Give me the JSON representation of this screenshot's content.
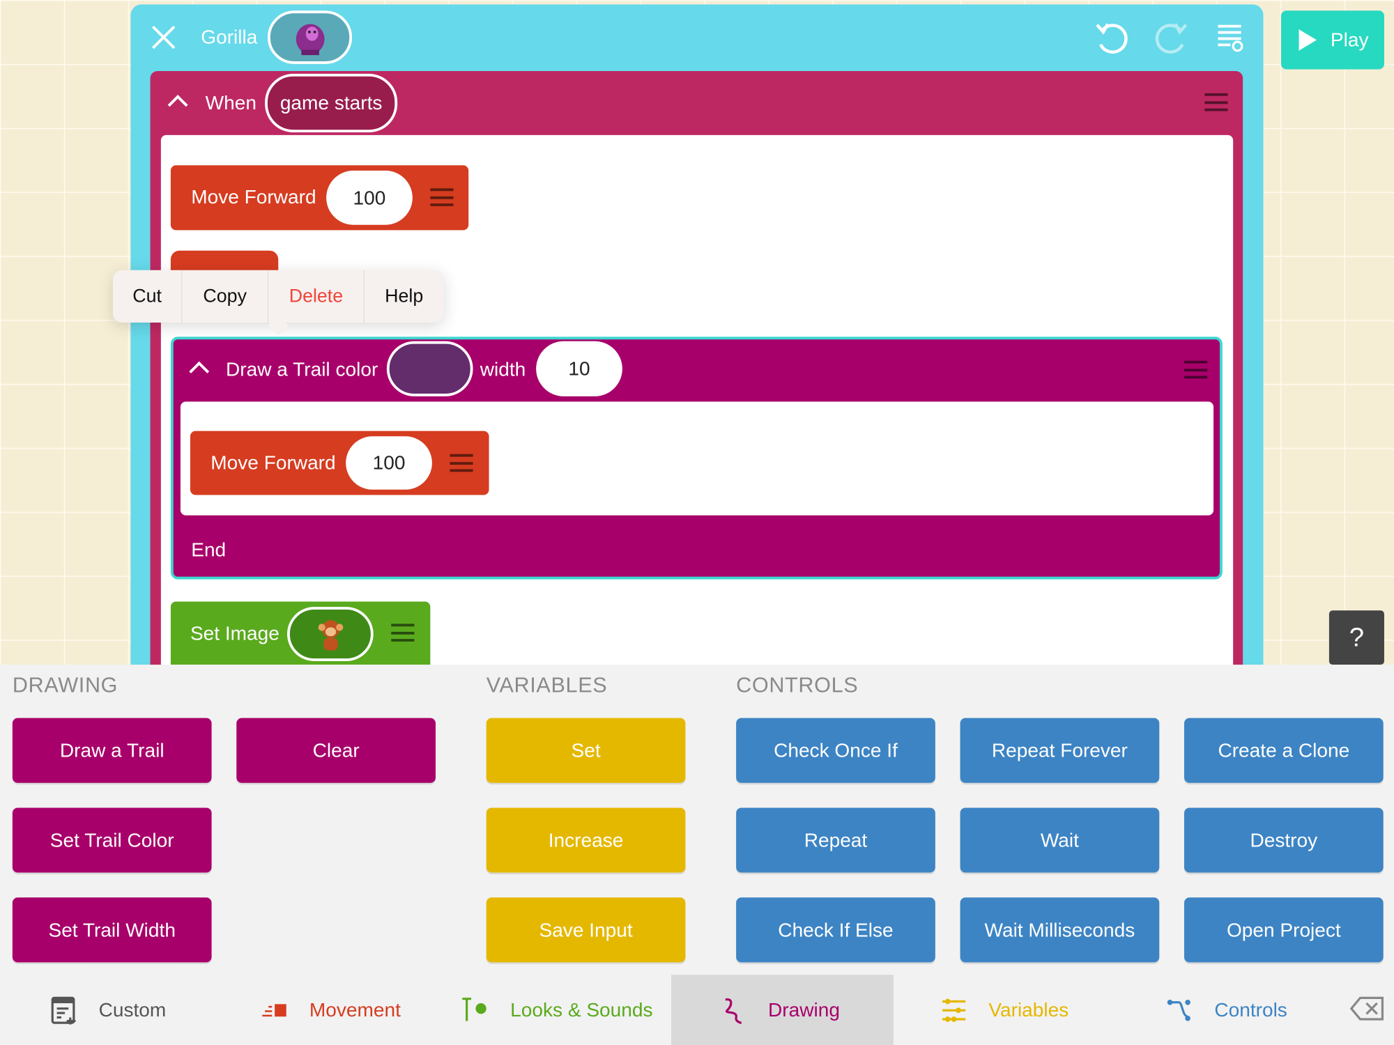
{
  "header": {
    "close_icon": "close-icon",
    "sprite_name": "Gorilla",
    "sprite_icon": "gorilla-avatar",
    "undo_icon": "undo-icon",
    "redo_icon": "redo-icon",
    "list_icon": "script-list-icon",
    "play_label": "Play"
  },
  "script": {
    "event_when": "When",
    "event_value": "game starts",
    "move1": {
      "label": "Move Forward",
      "value": "100"
    },
    "trail": {
      "label": "Draw a Trail color",
      "color": "#632c6b",
      "width_label": "width",
      "width_value": "10",
      "end_label": "End",
      "inner": {
        "label": "Move Forward",
        "value": "100"
      }
    },
    "set_image": {
      "label": "Set Image",
      "image_icon": "monkey-icon"
    }
  },
  "context_menu": {
    "items": [
      "Cut",
      "Copy",
      "Delete",
      "Help"
    ]
  },
  "help_label": "?",
  "palette": {
    "drawing": {
      "title": "DRAWING",
      "buttons": [
        "Draw a Trail",
        "Clear",
        "Set Trail Color",
        "Set Trail Width"
      ]
    },
    "variables": {
      "title": "VARIABLES",
      "buttons": [
        "Set",
        "Increase",
        "Save Input"
      ]
    },
    "controls": {
      "title": "CONTROLS",
      "buttons": [
        "Check Once If",
        "Repeat Forever",
        "Create a Clone",
        "Repeat",
        "Wait",
        "Destroy",
        "Check If Else",
        "Wait Milliseconds",
        "Open Project"
      ]
    }
  },
  "tabs": [
    {
      "label": "Custom",
      "color": "#555555"
    },
    {
      "label": "Movement",
      "color": "#d63c20"
    },
    {
      "label": "Looks & Sounds",
      "color": "#5aaa1e"
    },
    {
      "label": "Drawing",
      "color": "#a8006a",
      "selected": true
    },
    {
      "label": "Variables",
      "color": "#e5b800"
    },
    {
      "label": "Controls",
      "color": "#3d84c4"
    }
  ],
  "colors": {
    "panel": "#66d9ea",
    "event": "#be2862",
    "movement": "#d63c20",
    "drawing": "#a8006a",
    "looks": "#5aaa1e",
    "play": "#27d9c0"
  }
}
